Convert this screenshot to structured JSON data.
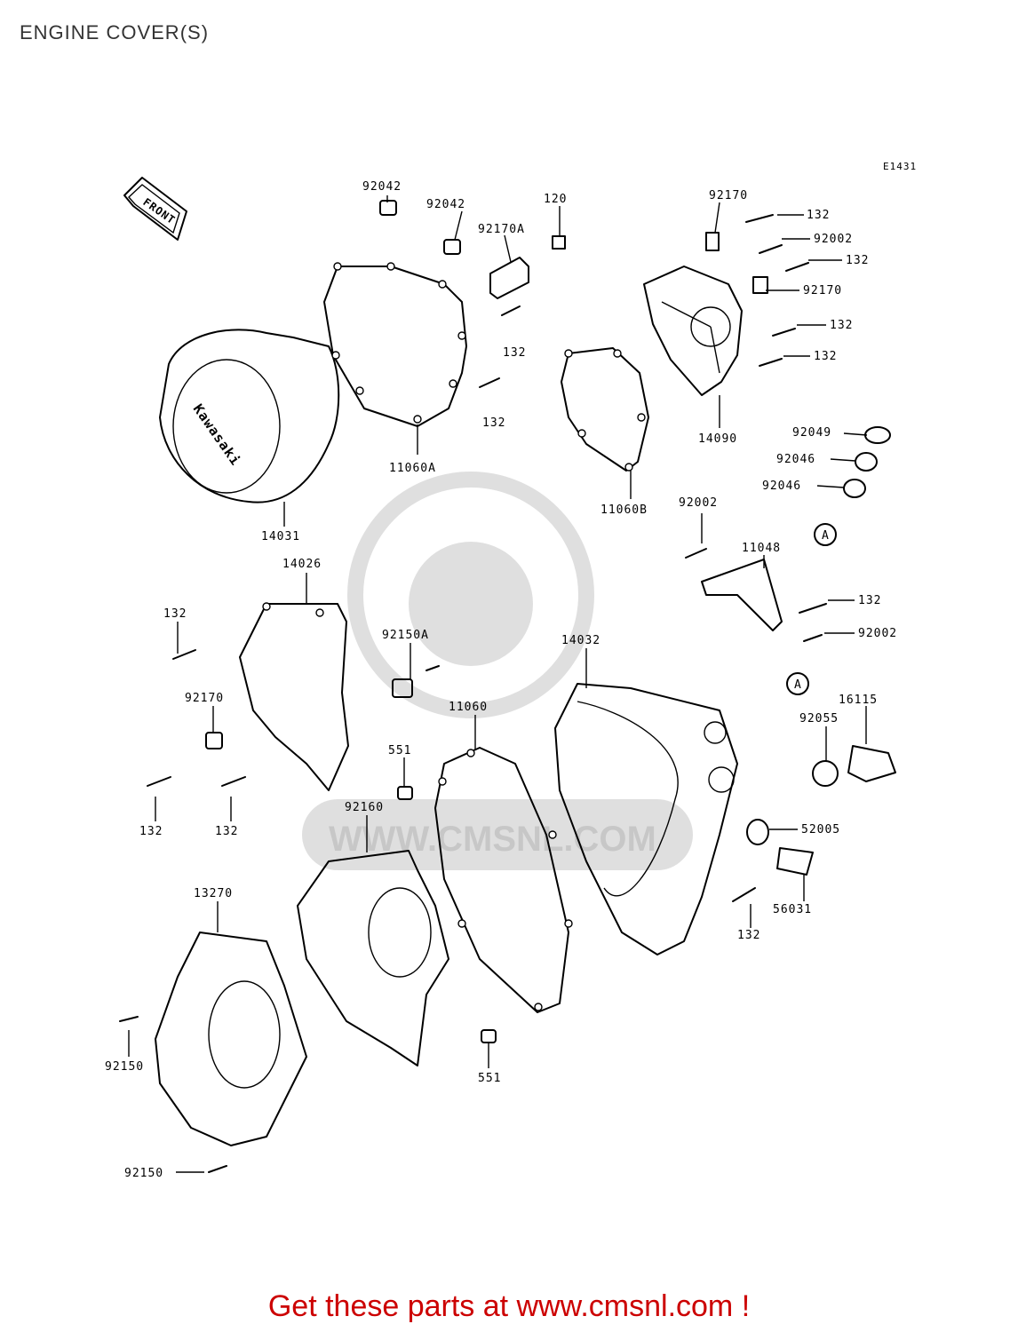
{
  "page": {
    "title": "ENGINE COVER(S)",
    "diagram_code": "E1431",
    "front_arrow_label": "FRONT",
    "brand_logo_text": "Kawasaki",
    "watermark_text": "WWW.CMSNL.COM",
    "footer": "Get these parts at www.cmsnl.com !",
    "footer_color": "#cc0000"
  },
  "labels": [
    "92042",
    "92042",
    "120",
    "92170A",
    "92170",
    "132",
    "92002",
    "132",
    "92170",
    "132",
    "132",
    "132",
    "132",
    "14090",
    "11060A",
    "11060B",
    "14031",
    "92049",
    "92046",
    "92046",
    "A",
    "92002",
    "11048",
    "14026",
    "132",
    "92150A",
    "132",
    "92002",
    "14032",
    "A",
    "92170",
    "11060",
    "16115",
    "92055",
    "551",
    "132",
    "132",
    "52005",
    "92160",
    "13270",
    "56031",
    "132",
    "92150",
    "551",
    "92150"
  ]
}
